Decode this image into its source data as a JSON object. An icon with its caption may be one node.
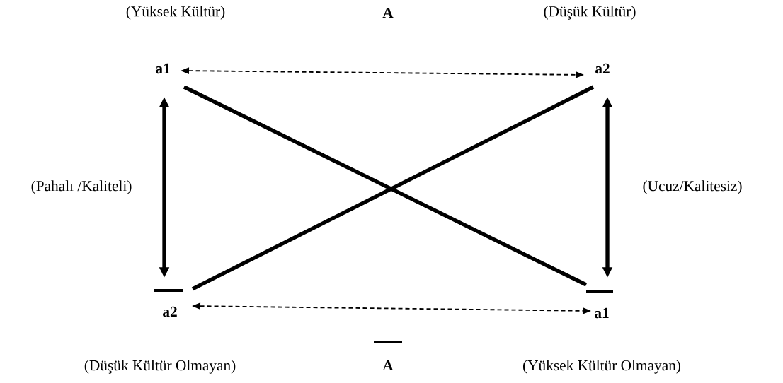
{
  "diagram": {
    "nodes": [
      {
        "text": [
          "a1"
        ]
      },
      {
        "text": [
          "a2"
        ]
      },
      {
        "text": [
          "a2"
        ]
      },
      {
        "text": [
          "a1"
        ]
      }
    ],
    "edges": [
      {
        "from": 0,
        "to": 1,
        "arrow": "both",
        "style": "dashed"
      },
      {
        "from": 2,
        "to": 3,
        "arrow": "both",
        "style": "dashed"
      },
      {
        "from": 0,
        "to": 3,
        "arrow": "none"
      },
      {
        "from": 1,
        "to": 2,
        "arrow": "none"
      },
      {
        "from": 0,
        "to": 2,
        "arrow": "both",
        "label": "(Pahalı /Kaliteli)"
      },
      {
        "from": 1,
        "to": 3,
        "arrow": "both",
        "label": "(Ucuz/Kalitesiz)"
      }
    ],
    "labels": [
      "(Yüksek Kültür)",
      "A",
      "(Düşük Kültür)",
      "(Düşük Kültür Olmayan)",
      "A",
      "(Yüksek Kültür Olmayan)"
    ]
  }
}
